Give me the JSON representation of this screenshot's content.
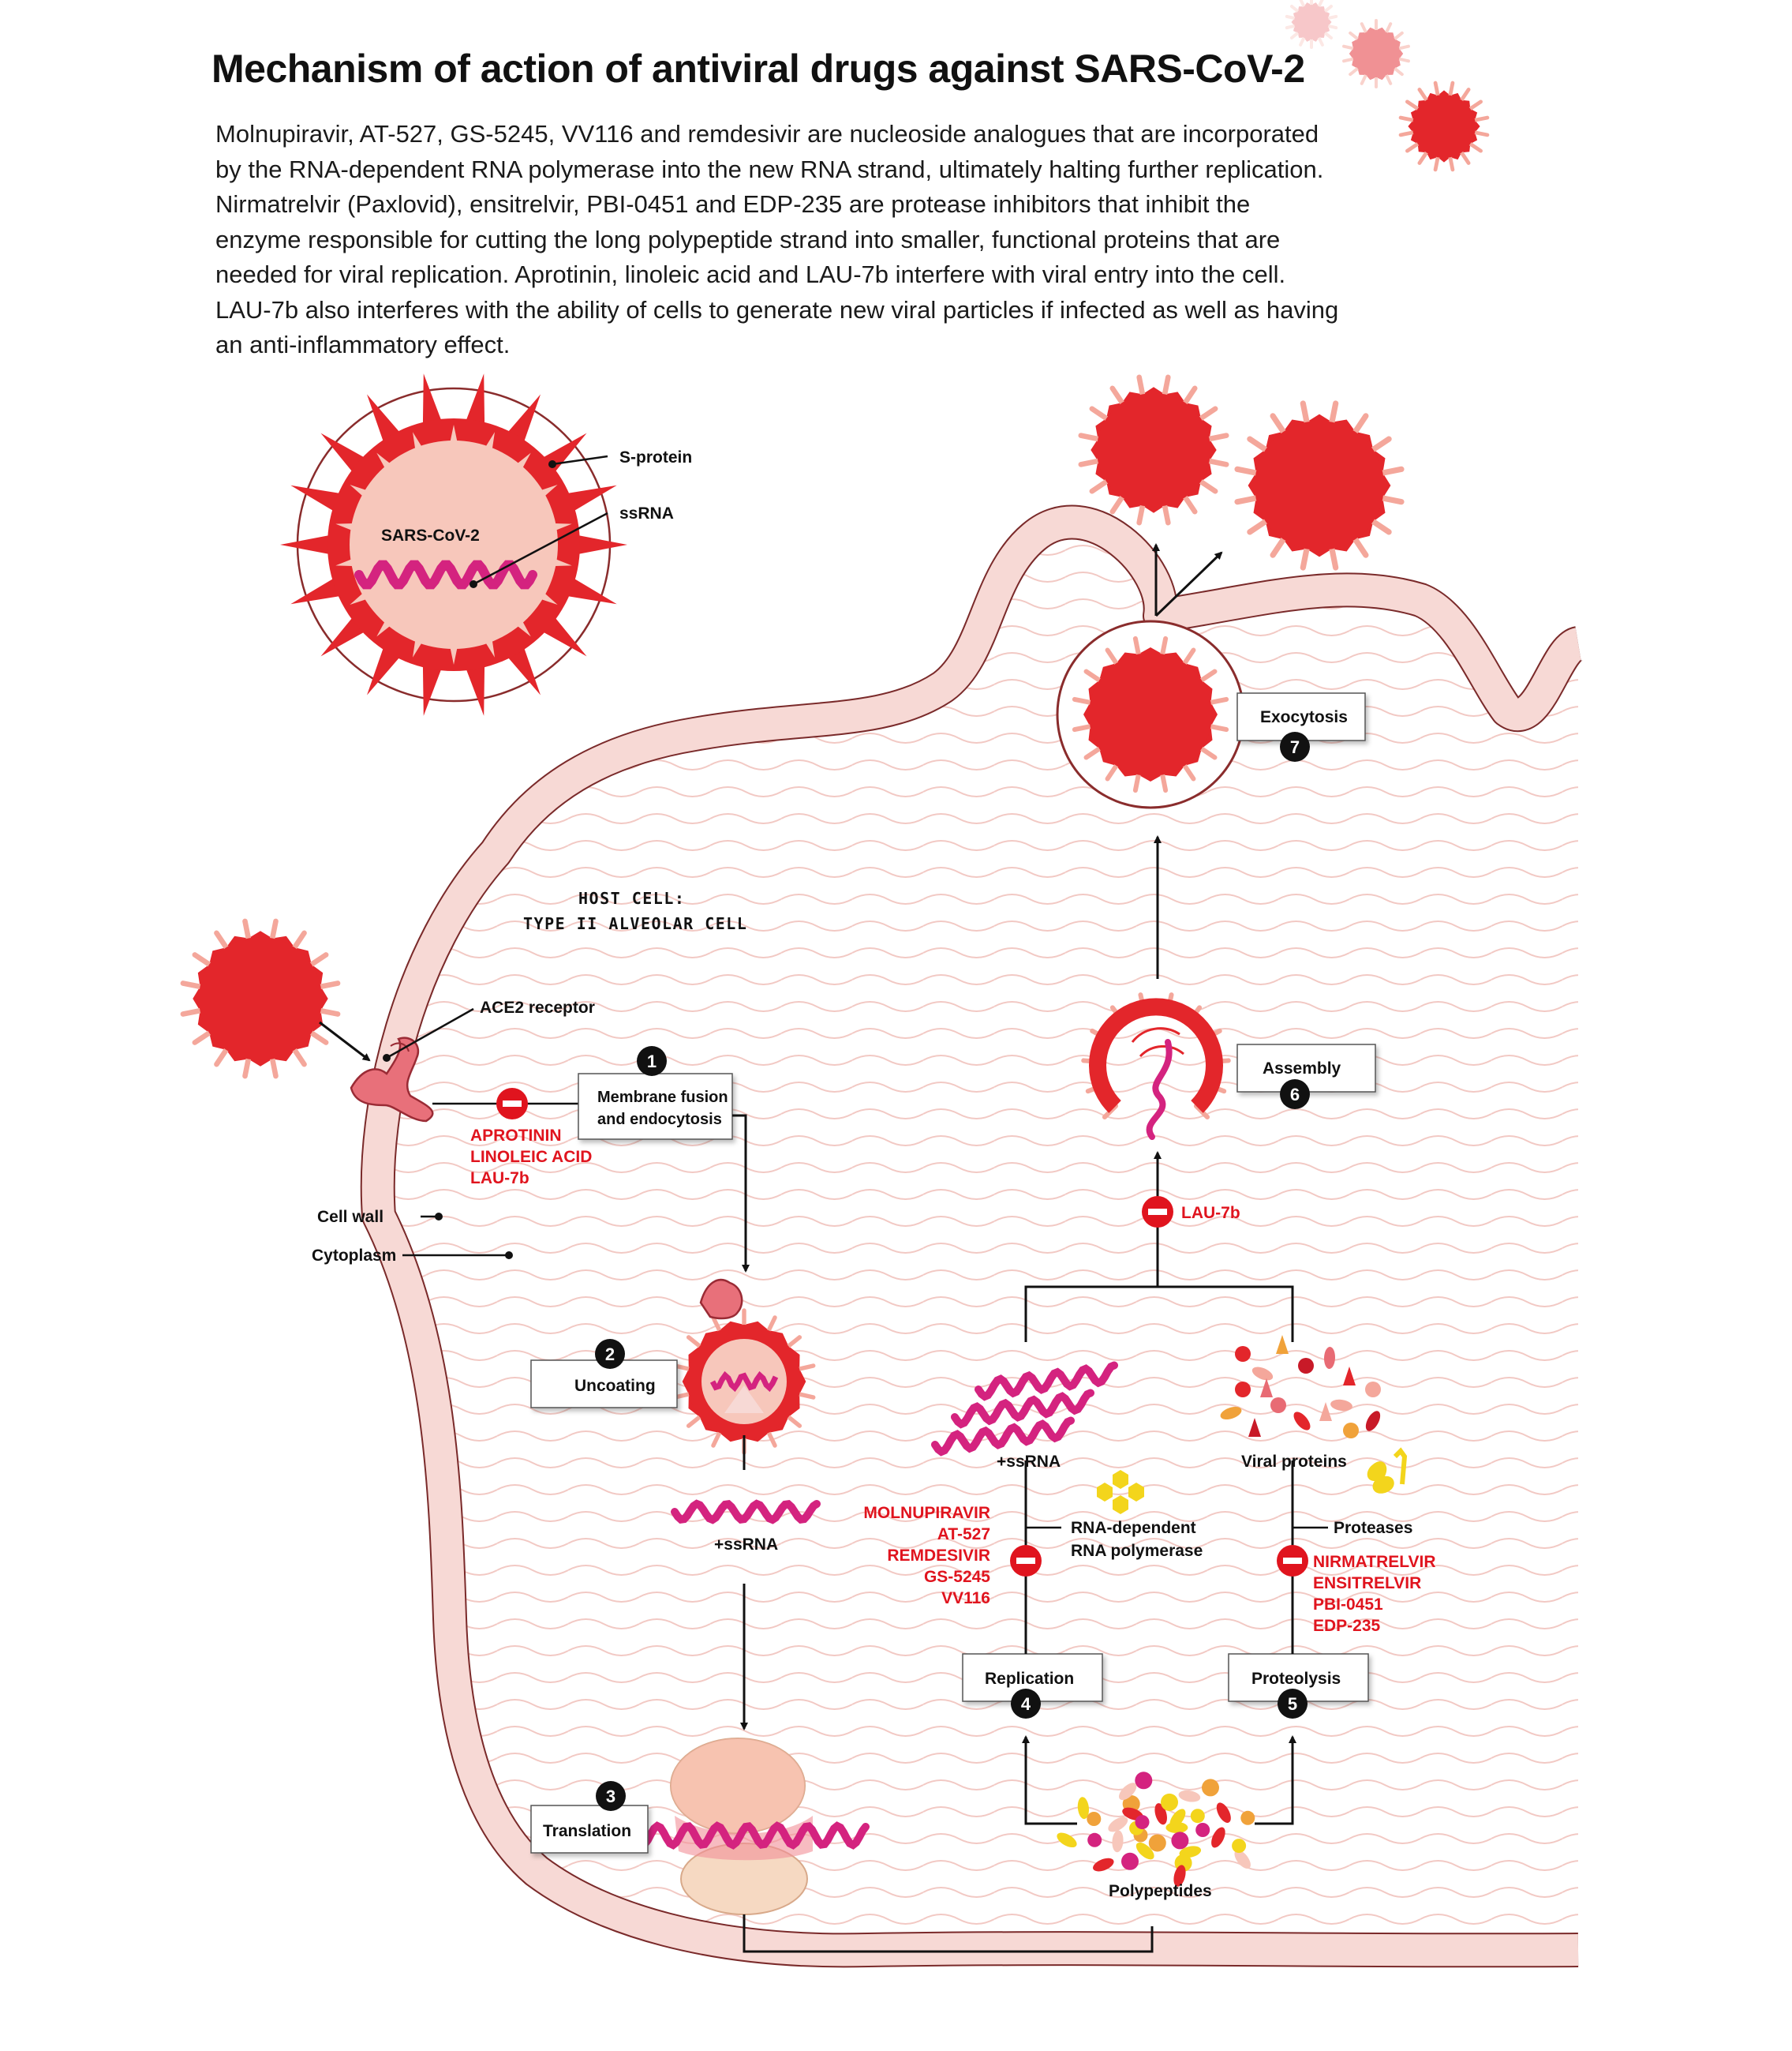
{
  "title": "Mechanism of action of antiviral drugs against SARS-CoV-2",
  "intro_lines": [
    "Molnupiravir, AT-527, GS-5245, VV116 and remdesivir are nucleoside analogues that are incorporated",
    "by the RNA-dependent RNA polymerase into the new RNA strand, ultimately halting further replication.",
    "Nirmatrelvir (Paxlovid), ensitrelvir, PBI-0451 and EDP-235 are protease inhibitors that inhibit the",
    "enzyme responsible for cutting the long polypeptide strand into smaller, functional proteins that are",
    "needed for viral replication. Aprotinin, linoleic acid and LAU-7b  interfere with viral entry into the cell.",
    "LAU-7b also interferes with the ability of cells to generate new viral particles if infected as well as having",
    "an anti-inflammatory effect."
  ],
  "virus_legend": {
    "virus_name": "SARS-CoV-2",
    "s_protein": "S-protein",
    "ssrna": "ssRNA"
  },
  "cell": {
    "title_line1": "HOST CELL:",
    "title_line2": "TYPE II ALVEOLAR CELL",
    "cell_wall": "Cell wall",
    "cytoplasm": "Cytoplasm",
    "ace2": "ACE2 receptor"
  },
  "steps": {
    "s1": {
      "num": "1",
      "line1": "Membrane fusion",
      "line2": "and endocytosis"
    },
    "s2": {
      "num": "2",
      "label": "Uncoating"
    },
    "s3": {
      "num": "3",
      "label": "Translation"
    },
    "s4": {
      "num": "4",
      "label": "Replication"
    },
    "s5": {
      "num": "5",
      "label": "Proteolysis"
    },
    "s6": {
      "num": "6",
      "label": "Assembly"
    },
    "s7": {
      "num": "7",
      "label": "Exocytosis"
    }
  },
  "labels": {
    "ssrna_uncoat": "+ssRNA",
    "ssrna_rep": "+ssRNA",
    "viral_proteins": "Viral proteins",
    "polypeptides": "Polypeptides",
    "rdrp_line1": "RNA-dependent",
    "rdrp_line2": "RNA polymerase",
    "proteases": "Proteases"
  },
  "drugs": {
    "entry": [
      "APROTININ",
      "LINOLEIC ACID",
      "LAU-7b"
    ],
    "replication": [
      "MOLNUPIRAVIR",
      "AT-527",
      "REMDESIVIR",
      "GS-5245",
      "VV116"
    ],
    "proteolysis": [
      "NIRMATRELVIR",
      "ENSITRELVIR",
      "PBI-0451",
      "EDP-235"
    ],
    "assembly": [
      "LAU-7b"
    ]
  },
  "colors": {
    "virus_red": "#e3262b",
    "virus_light": "#f7c7bb",
    "spike_pink": "#f4a79b",
    "membrane": "#f7d9d5",
    "membrane_stroke": "#8a2c2c",
    "rna_magenta": "#d4237f",
    "inhibitor_red": "#e0141e",
    "text": "#111111"
  }
}
